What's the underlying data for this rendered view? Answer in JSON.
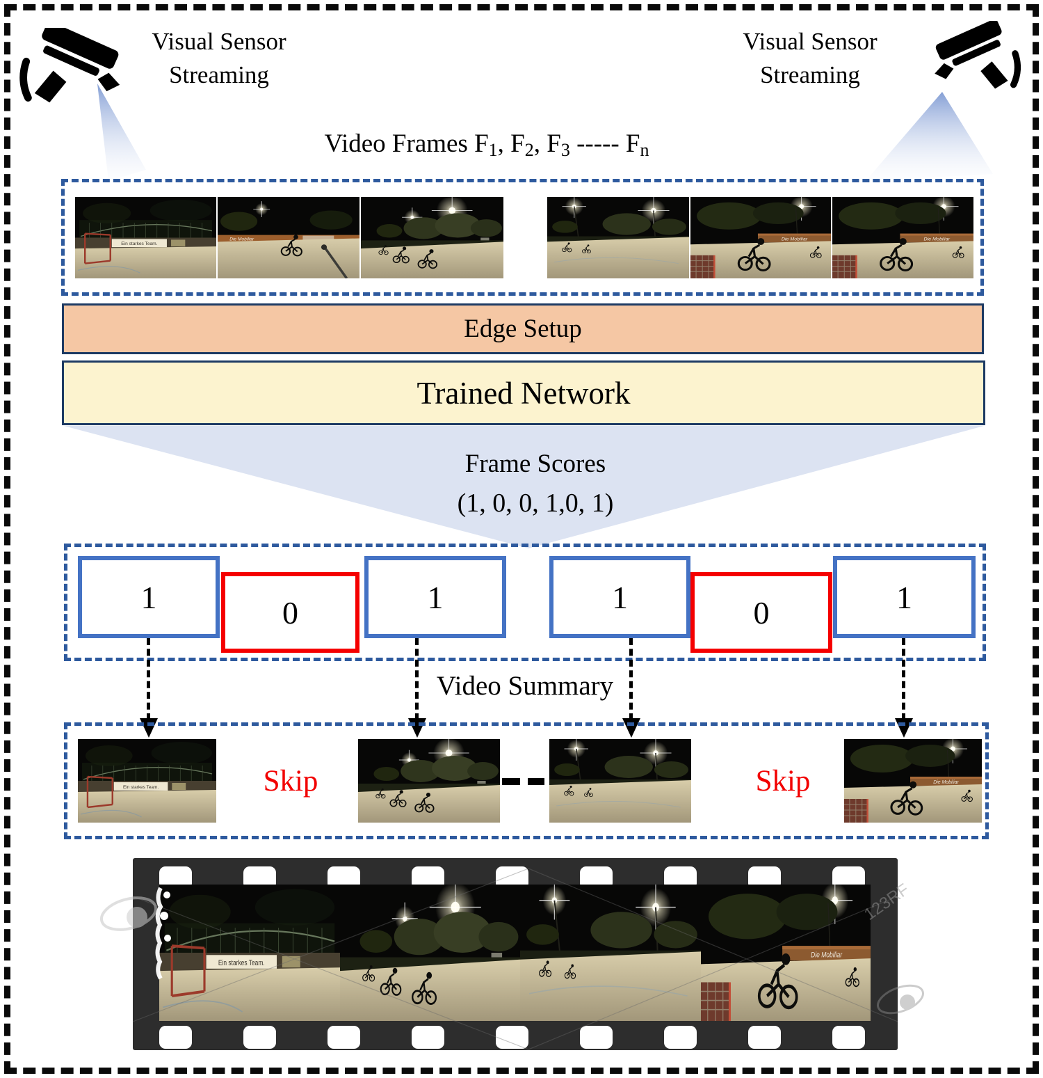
{
  "figure": {
    "type": "video-summarization-pipeline-diagram"
  },
  "header": {
    "sensor_label": {
      "line1": "Visual Sensor",
      "line2": "Streaming"
    },
    "video_frames_title": {
      "prefix": "Video Frames F",
      "s1": "1",
      "c1": ", F",
      "s2": "2",
      "c2": ", F",
      "s3": "3",
      "dash": " ----- F",
      "sn": "n"
    }
  },
  "pipeline": {
    "edge_setup_label": "Edge Setup",
    "trained_network_label": "Trained Network",
    "funnel": {
      "title": "Frame Scores",
      "scores_text": "(1, 0, 0, 1,0, 1)"
    }
  },
  "scores": {
    "boxes": [
      {
        "value": "1",
        "type": "keep"
      },
      {
        "value": "0",
        "type": "skip"
      },
      {
        "value": "1",
        "type": "keep"
      },
      {
        "value": "1",
        "type": "keep"
      },
      {
        "value": "0",
        "type": "skip"
      },
      {
        "value": "1",
        "type": "keep"
      }
    ]
  },
  "summary": {
    "label": "Video Summary",
    "skip_label": "Skip",
    "separator": "- -"
  },
  "photos": {
    "banner_team": "Ein starkes Team.",
    "banner_mobiliar": "Die Mobiliar",
    "watermark": "123RF",
    "scenes_top": [
      "goal",
      "riderbanner",
      "riders",
      "court",
      "closeup",
      "closeup"
    ],
    "scenes_summary": [
      "goal",
      "riders",
      "court",
      "closeup"
    ],
    "scenes_film": [
      "goal",
      "riders",
      "court",
      "closeup"
    ]
  },
  "colors": {
    "dashed_blue": "#2e5a9e",
    "keep_blue": "#4472c4",
    "skip_red": "#f50000",
    "edge_setup_fill": "#f5c7a4",
    "trained_network_fill": "#fcf3cf",
    "funnel_fill": "#dce3f2",
    "bar_border": "#1d3a63",
    "film_strip_bg": "#2d2d2d"
  }
}
